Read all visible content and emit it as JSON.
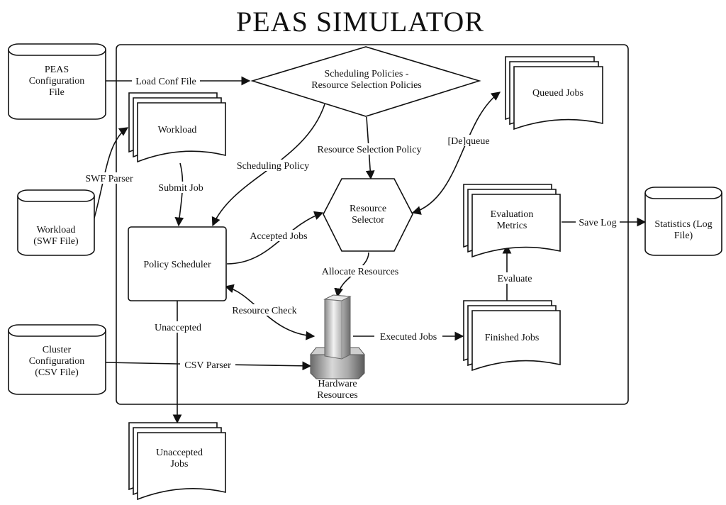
{
  "title": "PEAS SIMULATOR",
  "nodes": {
    "peas_config": [
      "PEAS",
      "Configuration",
      "File"
    ],
    "workload_swf": [
      "Workload",
      "(SWF File)"
    ],
    "cluster_config": [
      "Cluster",
      "Configuration",
      "(CSV File)"
    ],
    "statistics": [
      "Statistics (Log",
      "File)"
    ],
    "policies": [
      "Scheduling Policies -",
      "Resource Selection Policies"
    ],
    "workload_doc": [
      "Workload"
    ],
    "queued_jobs": [
      "Queued Jobs"
    ],
    "policy_scheduler": [
      "Policy Scheduler"
    ],
    "resource_selector": [
      "Resource",
      "Selector"
    ],
    "evaluation_metrics": [
      "Evaluation",
      "Metrics"
    ],
    "finished_jobs": [
      "Finished Jobs"
    ],
    "hardware": [
      "Hardware",
      "Resources"
    ],
    "unaccepted_jobs": [
      "Unaccepted",
      "Jobs"
    ]
  },
  "edges": {
    "load_conf": "Load Conf File",
    "swf_parser": "SWF Parser",
    "submit_job": "Submit Job",
    "scheduling_policy": "Scheduling Policy",
    "resource_selection_policy": "Resource Selection Policy",
    "dequeue": "[De]queue",
    "accepted_jobs": "Accepted Jobs",
    "allocate_resources": "Allocate Resources",
    "resource_check": "Resource Check",
    "unaccepted": "Unaccepted",
    "csv_parser": "CSV Parser",
    "executed_jobs": "Executed Jobs",
    "evaluate": "Evaluate",
    "save_log": "Save Log"
  }
}
